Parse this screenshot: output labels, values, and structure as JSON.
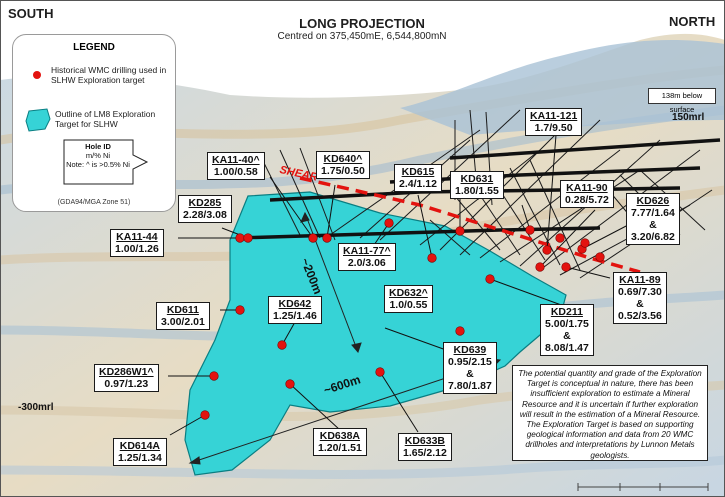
{
  "header": {
    "left": "SOUTH",
    "right": "NORTH",
    "title": "LONG PROJECTION",
    "subtitle": "Centred on 375,450mE, 6,544,800mN"
  },
  "legend": {
    "title": "LEGEND",
    "item_drill": "Historical WMC drilling used in SLHW Exploration target",
    "item_outline": "Outline of LM8 Exploration Target for SLHW",
    "key_title": "Hole ID",
    "key_units": "m/% Ni",
    "key_note": "Note: ^ is >0.5% Ni",
    "projection": "(GDA94/MGA Zone 51)",
    "drill_color": "#e3130f",
    "outline_color": "#36d3d6"
  },
  "annotations": {
    "below_surface": "138m below surface",
    "rl_150": "150mrl",
    "rl_minus300": "-300mrl",
    "shear": "SHEAR",
    "dim_200": "~200m",
    "dim_600": "~600m"
  },
  "holes": [
    {
      "id": "KA11-44",
      "grade": "1.00/1.26"
    },
    {
      "id": "KD285",
      "grade": "2.28/3.08"
    },
    {
      "id": "KA11-40^",
      "grade": "1.00/0.58"
    },
    {
      "id": "KD640^",
      "grade": "1.75/0.50"
    },
    {
      "id": "KA11-77^",
      "grade": "2.0/3.06"
    },
    {
      "id": "KD615",
      "grade": "2.4/1.12"
    },
    {
      "id": "KD631",
      "grade": "1.80/1.55"
    },
    {
      "id": "KA11-121",
      "grade": "1.7/9.50"
    },
    {
      "id": "KA11-90",
      "grade": "0.28/5.72"
    },
    {
      "id": "KD626",
      "grade": "7.77/1.64",
      "grade2": "3.20/6.82"
    },
    {
      "id": "KA11-89",
      "grade": "0.69/7.30",
      "grade2": "0.52/3.56"
    },
    {
      "id": "KD632^",
      "grade": "1.0/0.55"
    },
    {
      "id": "KD211",
      "grade": "5.00/1.75",
      "grade2": "8.08/1.47"
    },
    {
      "id": "KD639",
      "grade": "0.95/2.15",
      "grade2": "7.80/1.87"
    },
    {
      "id": "KD642",
      "grade": "1.25/1.46"
    },
    {
      "id": "KD611",
      "grade": "3.00/2.01"
    },
    {
      "id": "KD286W1^",
      "grade": "0.97/1.23"
    },
    {
      "id": "KD638A",
      "grade": "1.20/1.51"
    },
    {
      "id": "KD633B",
      "grade": "1.65/2.12"
    },
    {
      "id": "KD614A",
      "grade": "1.25/1.34"
    }
  ],
  "amp": "&",
  "disclaimer": "The potential quantity and grade of the Exploration Target is conceptual in nature, there has been insufficient exploration to estimate a Mineral Resource and it is uncertain if further exploration will result in the estimation of a Mineral Resource. The Exploration Target is based on supporting geological information and data from 20 WMC drillholes and interpretations by Lunnon Metals geologists."
}
